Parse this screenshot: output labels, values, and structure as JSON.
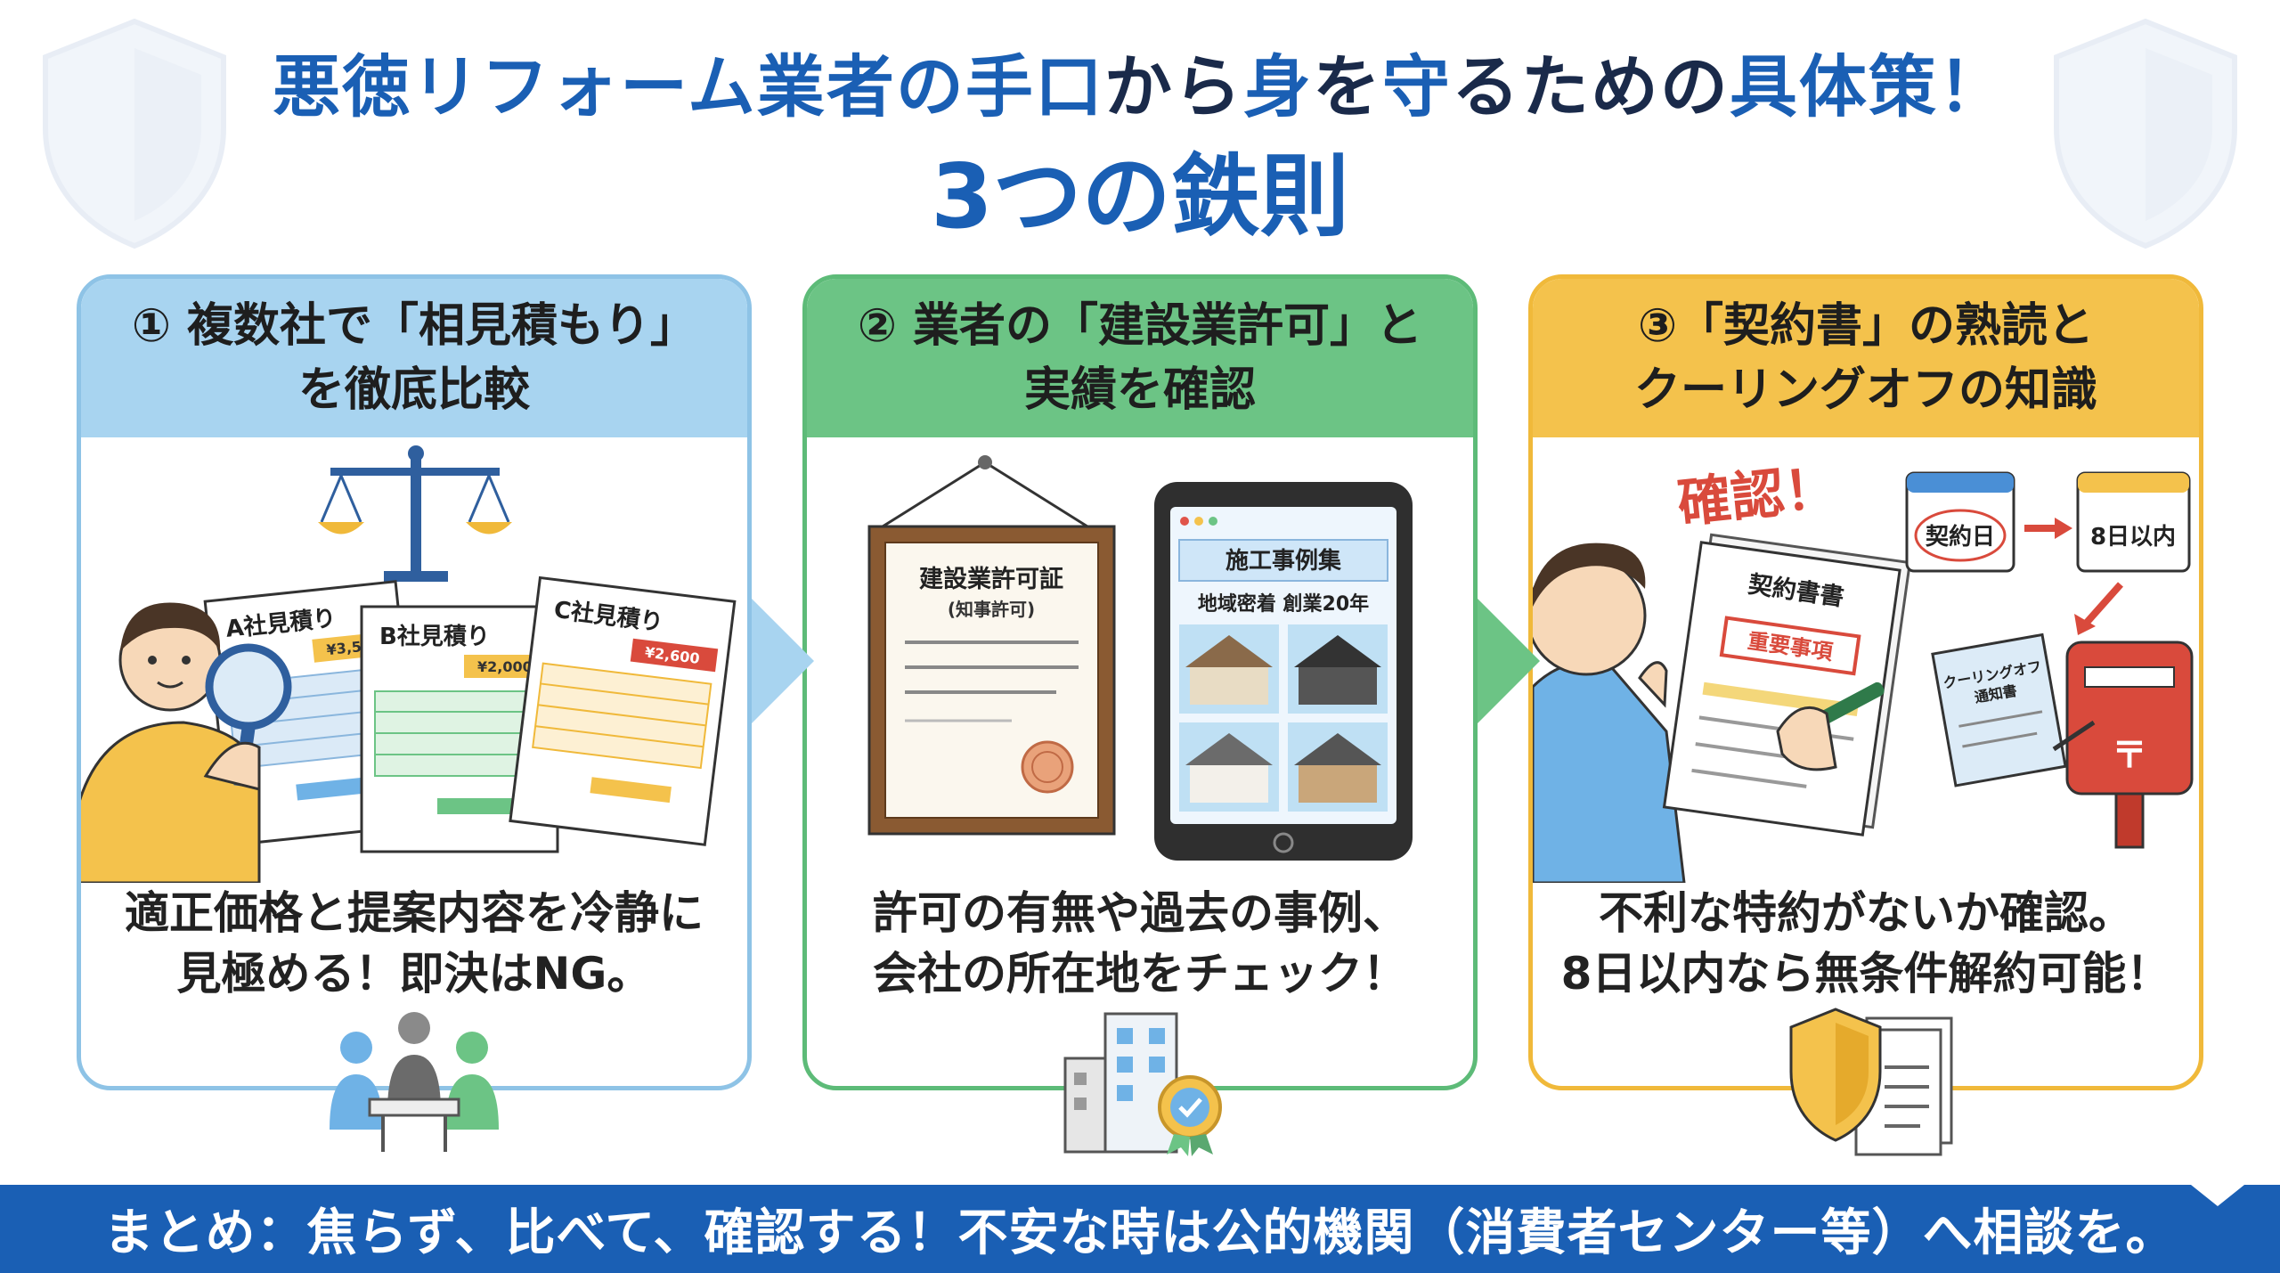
{
  "title": {
    "line1_parts": [
      {
        "text": "悪徳リフォーム業者の手口",
        "color": "blue"
      },
      {
        "text": "から",
        "color": "dark"
      },
      {
        "text": "身",
        "color": "blue"
      },
      {
        "text": "を",
        "color": "dark"
      },
      {
        "text": "守",
        "color": "blue"
      },
      {
        "text": "るための",
        "color": "dark"
      },
      {
        "text": "具体策！",
        "color": "blue"
      }
    ],
    "line2": "3つの鉄則"
  },
  "cards": [
    {
      "head_line1": "① 複数社で「相見積もり」",
      "head_line2": "を徹底比較",
      "illus": {
        "estimate_a": "A社見積り",
        "price_a": "¥3,500",
        "estimate_b": "B社見積り",
        "price_b": "¥2,000",
        "estimate_c": "C社見積り",
        "price_c": "¥2,600"
      },
      "desc_line1": "適正価格と提案内容を冷静に",
      "desc_line2": "見極める！即決はNG。"
    },
    {
      "head_line1": "② 業者の「建設業許可」と",
      "head_line2": "実績を確認",
      "illus": {
        "certificate_title": "建設業許可証",
        "certificate_sub": "(知事許可)",
        "tablet_title": "施工事例集",
        "tablet_sub": "地域密着 創業20年"
      },
      "desc_line1": "許可の有無や過去の事例、",
      "desc_line2": "会社の所在地をチェック！"
    },
    {
      "head_line1": "③「契約書」の熟読と",
      "head_line2": "クーリングオフの知識",
      "illus": {
        "check_label": "確認！",
        "contract_title": "契約書書",
        "important_label": "重要事項",
        "contract_day": "契約日",
        "within_8": "8日以内",
        "notice_line1": "クーリングオフ",
        "notice_line2": "通知書",
        "post_mark": "〒"
      },
      "desc_line1": "不利な特約がないか確認。",
      "desc_line2": "8日以内なら無条件解約可能！"
    }
  ],
  "footer": "まとめ：焦らず、比べて、確認する！不安な時は公的機関（消費者センター等）へ相談を。",
  "colors": {
    "title_blue": "#1a5fb4",
    "card1": "#a8d4f0",
    "card2": "#6cc485",
    "card3": "#f4c24c",
    "footer": "#1a5fb4"
  }
}
